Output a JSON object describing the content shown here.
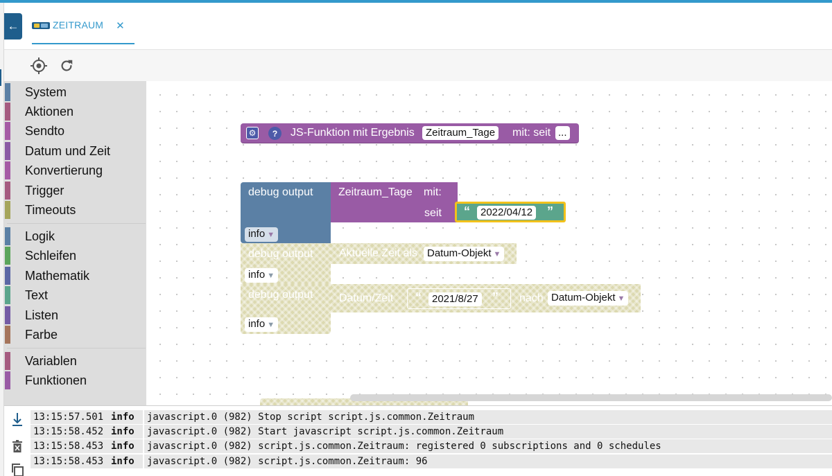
{
  "tab": {
    "title": "ZEITRAUM",
    "close_glyph": "✕"
  },
  "toolbar": {
    "icons": [
      "target-icon",
      "refresh-icon"
    ]
  },
  "toolbox": {
    "categories": [
      {
        "label": "System",
        "color": "#5b80a5"
      },
      {
        "label": "Aktionen",
        "color": "#a55b80"
      },
      {
        "label": "Sendto",
        "color": "#a55ba5"
      },
      {
        "label": "Datum und Zeit",
        "color": "#8b5ba5"
      },
      {
        "label": "Konvertierung",
        "color": "#a55ba5"
      },
      {
        "label": "Trigger",
        "color": "#a55b80"
      },
      {
        "label": "Timeouts",
        "color": "#a5a55b"
      },
      {
        "label": "Logik",
        "color": "#5b80a5"
      },
      {
        "label": "Schleifen",
        "color": "#5ba55b"
      },
      {
        "label": "Mathematik",
        "color": "#5b67a5"
      },
      {
        "label": "Text",
        "color": "#5ba58c"
      },
      {
        "label": "Listen",
        "color": "#745ba5"
      },
      {
        "label": "Farbe",
        "color": "#a5745b"
      },
      {
        "label": "Variablen",
        "color": "#a55b80"
      },
      {
        "label": "Funktionen",
        "color": "#995ba5"
      }
    ]
  },
  "blocks": {
    "function_def": {
      "label": "JS-Funktion mit Ergebnis",
      "name": "Zeitraum_Tage",
      "params": "mit: seit",
      "more": "..."
    },
    "debug1": {
      "label": "debug output",
      "level": "info",
      "call_name": "Zeitraum_Tage",
      "call_with": "mit:",
      "param_label": "seit",
      "text_value": "2022/04/12"
    },
    "debug2": {
      "label": "debug output",
      "level": "info",
      "expr_label": "Aktuelle Zeit als",
      "expr_dropdown": "Datum-Objekt"
    },
    "debug3": {
      "label": "debug output",
      "level": "info",
      "expr_label": "Datum/Zeit",
      "text_value": "2021/8/27",
      "to_label": "nach",
      "to_dropdown": "Datum-Objekt"
    }
  },
  "log": {
    "rows": [
      {
        "time": "13:15:57.501",
        "severity": "info",
        "message": "javascript.0 (982) Stop script script.js.common.Zeitraum"
      },
      {
        "time": "13:15:58.452",
        "severity": "info",
        "message": "javascript.0 (982) Start javascript script.js.common.Zeitraum"
      },
      {
        "time": "13:15:58.453",
        "severity": "info",
        "message": "javascript.0 (982) script.js.common.Zeitraum: registered 0 subscriptions and 0 schedules"
      },
      {
        "time": "13:15:58.453",
        "severity": "info",
        "message": "javascript.0 (982) script.js.common.Zeitraum: 96"
      }
    ]
  },
  "colors": {
    "accent": "#3399cc",
    "function_block": "#995ba5",
    "debug_block": "#5b80a5",
    "text_block": "#5ba58c",
    "selected_outline": "#f2c21b",
    "disabled_block": "#dcd9b0"
  }
}
